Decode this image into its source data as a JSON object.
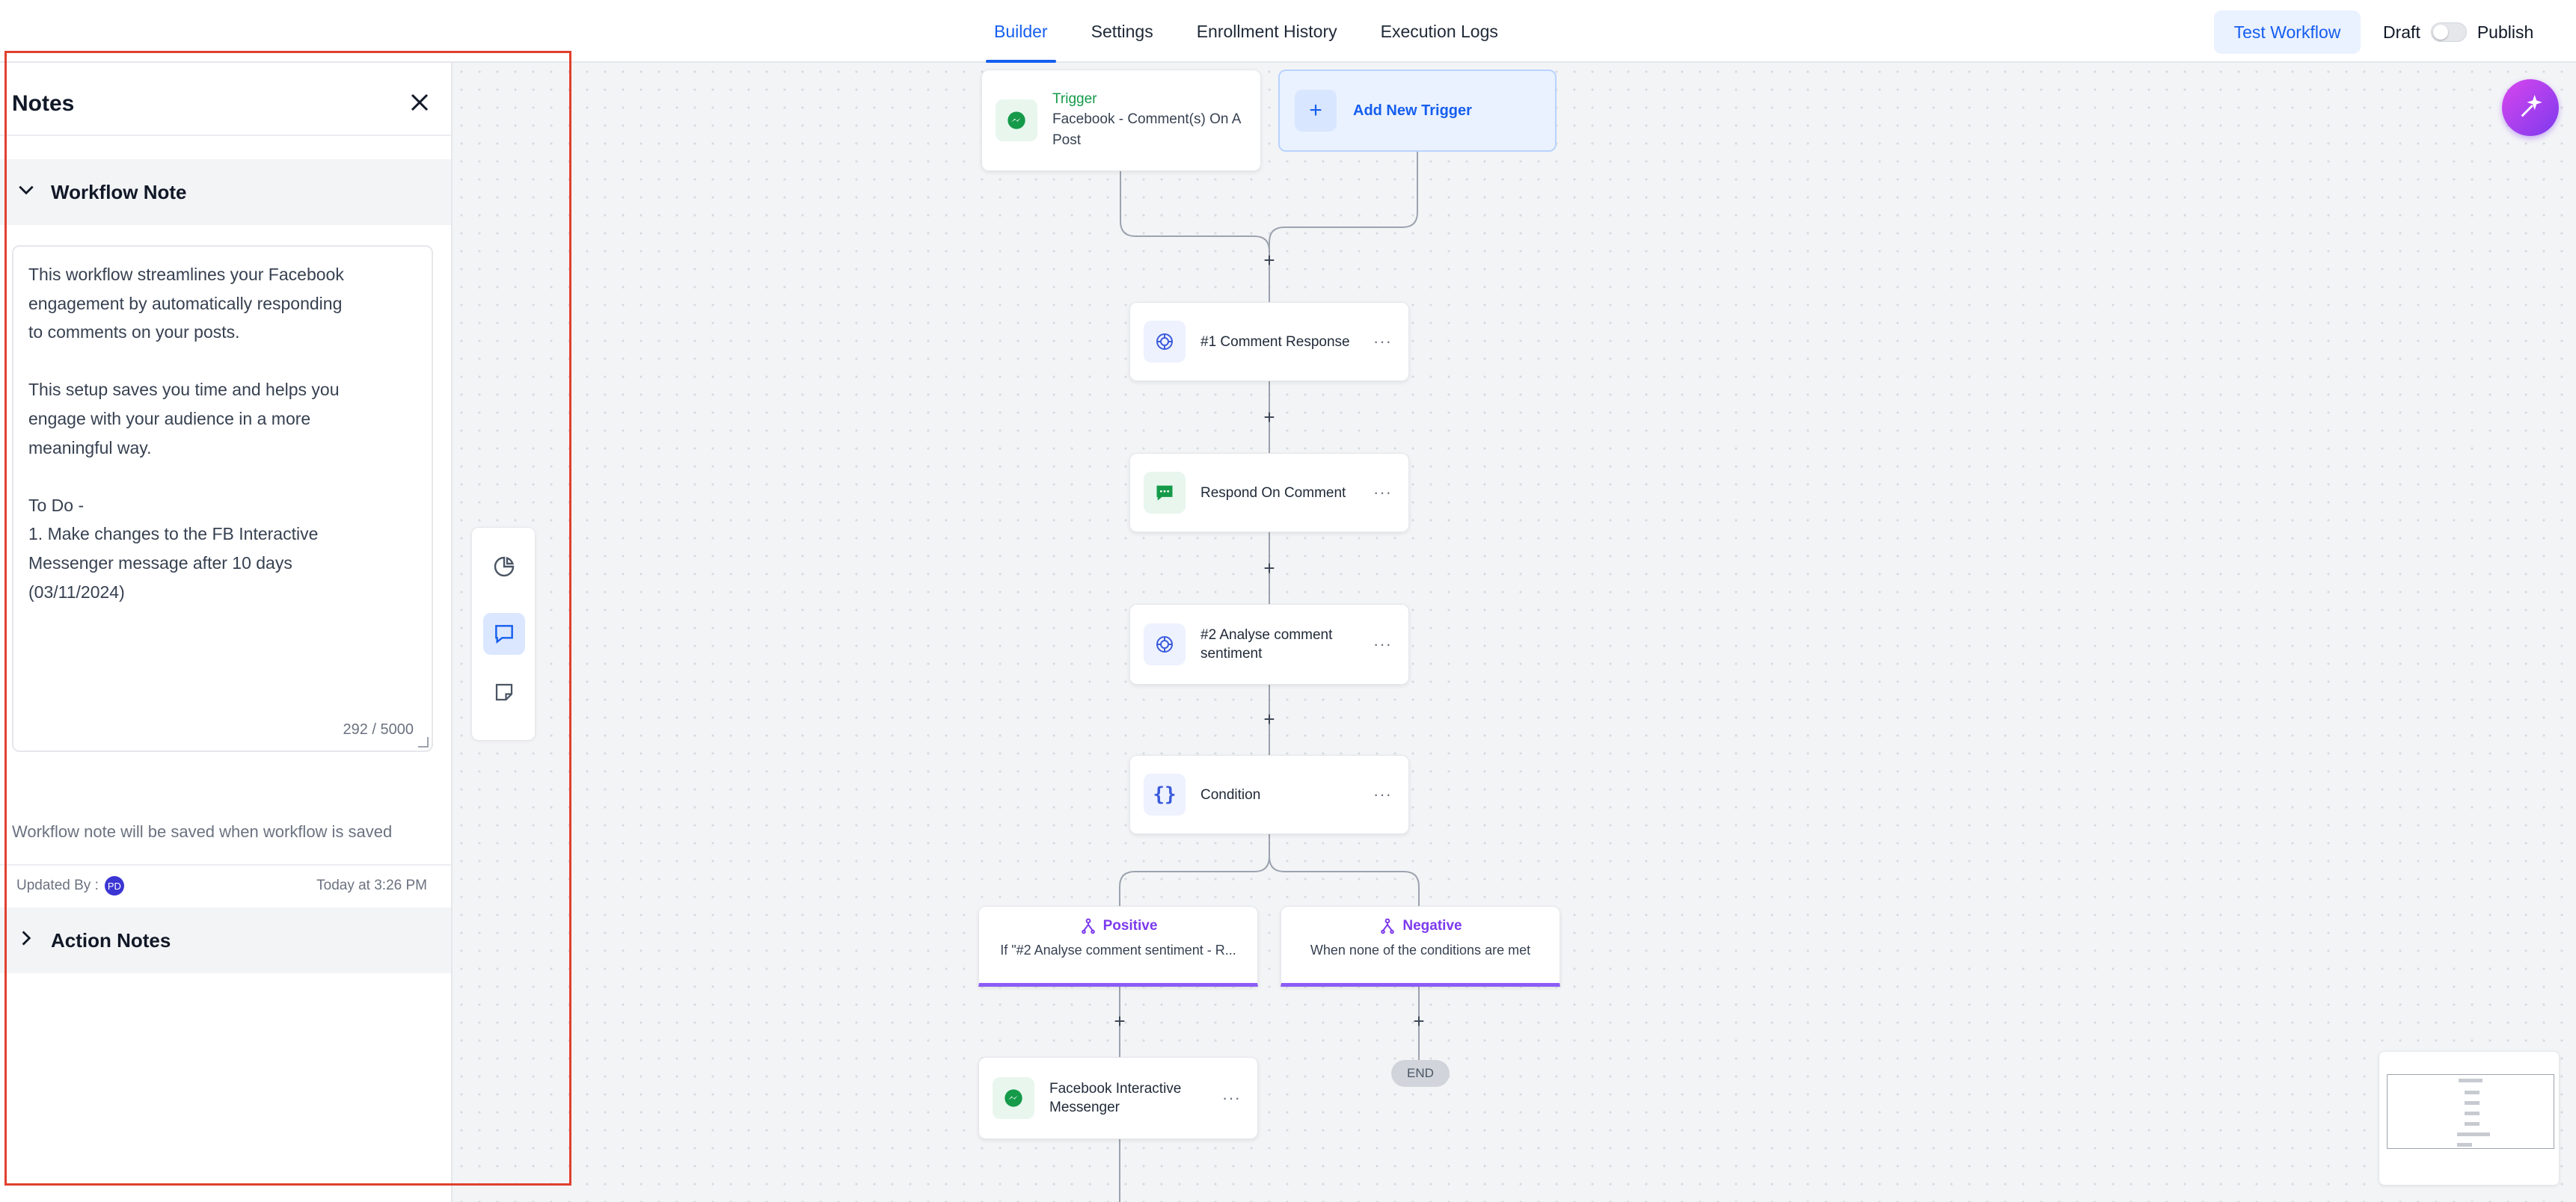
{
  "tabs": [
    {
      "label": "Builder",
      "active": true
    },
    {
      "label": "Settings",
      "active": false
    },
    {
      "label": "Enrollment History",
      "active": false
    },
    {
      "label": "Execution Logs",
      "active": false
    }
  ],
  "header": {
    "test_workflow": "Test Workflow",
    "draft_label": "Draft",
    "publish_label": "Publish",
    "publish_enabled": false
  },
  "notes_panel": {
    "title": "Notes",
    "workflow_section": "Workflow Note",
    "note_text": "This workflow streamlines your Facebook\nengagement by automatically responding\nto comments on your posts.\n\nThis setup saves you time and helps you\nengage with your audience in a more\nmeaningful way.\n\nTo Do -\n1. Make changes to the FB Interactive\nMessenger message after 10 days\n(03/11/2024)",
    "char_count": "292 / 5000",
    "save_hint": "Workflow note will be saved when workflow is saved",
    "updated_by_label": "Updated By :",
    "avatar_initials": "PD",
    "updated_at": "Today at 3:26 PM",
    "action_section": "Action Notes"
  },
  "side_tools": [
    {
      "icon": "pie-chart-icon",
      "active": false
    },
    {
      "icon": "comment-icon",
      "active": true
    },
    {
      "icon": "sticky-note-icon",
      "active": false
    }
  ],
  "workflow": {
    "trigger": {
      "title": "Trigger",
      "label": "Facebook - Comment(s) On A Post",
      "icon": "messenger-icon"
    },
    "add_trigger": "Add New Trigger",
    "actions": [
      {
        "label": "#1 Comment Response",
        "icon": "openai-icon"
      },
      {
        "label": "Respond On Comment",
        "icon": "chat-icon"
      },
      {
        "label": "#2 Analyse comment sentiment",
        "icon": "openai-icon"
      },
      {
        "label": "Condition",
        "icon": "braces-icon"
      }
    ],
    "branches": [
      {
        "title": "Positive",
        "subtitle": "If \"#2 Analyse comment sentiment - R..."
      },
      {
        "title": "Negative",
        "subtitle": "When none of the conditions are met"
      }
    ],
    "positive_action": {
      "label": "Facebook Interactive Messenger",
      "icon": "messenger-icon"
    },
    "end_label": "END",
    "more_glyph": "···",
    "plus_glyph": "+"
  },
  "colors": {
    "accent": "#155eef",
    "trigger_green": "#159a4a",
    "branch_purple": "#7c3aed",
    "highlight_red": "#e0402e"
  }
}
